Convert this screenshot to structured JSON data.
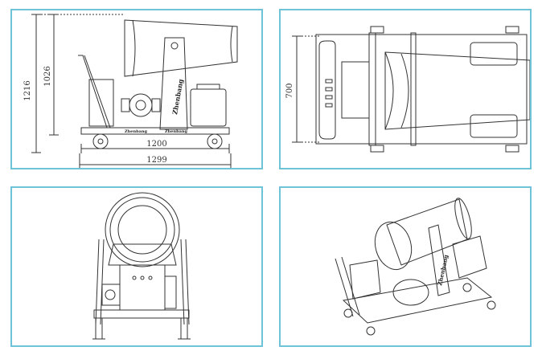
{
  "views": {
    "side": {
      "dim_overall_height": "1216",
      "dim_body_height": "1026",
      "dim_frame_length": "1200",
      "dim_overall_length": "1299",
      "brand_on_arm": "Zhenbang",
      "brand_on_frame_left": "Zhenbang",
      "brand_on_frame_right": "Zhenbang"
    },
    "top": {
      "dim_width": "700"
    },
    "front": {},
    "perspective": {
      "brand_on_arm": "Zhenbang"
    }
  },
  "colors": {
    "panel_border": "#6fc3d6",
    "line": "#333333"
  }
}
